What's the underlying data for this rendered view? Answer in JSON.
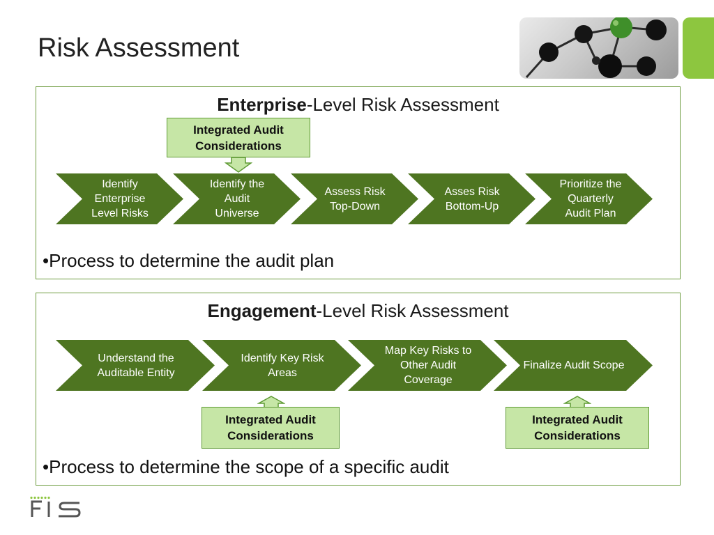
{
  "slide": {
    "title": "Risk Assessment"
  },
  "enterprise": {
    "title_bold": "Enterprise",
    "title_rest": "-Level Risk Assessment",
    "consideration": "Integrated Audit Considerations",
    "steps": [
      "Identify Enterprise Level Risks",
      "Identify the Audit Universe",
      "Assess Risk Top-Down",
      "Asses Risk Bottom-Up",
      "Prioritize the Quarterly Audit Plan"
    ],
    "bullet": "•Process to determine the audit plan"
  },
  "engagement": {
    "title_bold": "Engagement",
    "title_rest": "-Level Risk Assessment",
    "steps": [
      "Understand the Auditable Entity",
      "Identify Key Risk Areas",
      "Map Key Risks to Other Audit Coverage",
      "Finalize Audit Scope"
    ],
    "consideration_1": "Integrated Audit Considerations",
    "consideration_2": "Integrated Audit Considerations",
    "bullet": "•Process to determine the scope of a specific audit"
  },
  "logo": {
    "text": "FIS"
  },
  "colors": {
    "chevron": "#4e7521",
    "accent_green": "#8dc63f",
    "consideration_fill": "#c6e6a6",
    "border": "#6b9a3c"
  }
}
